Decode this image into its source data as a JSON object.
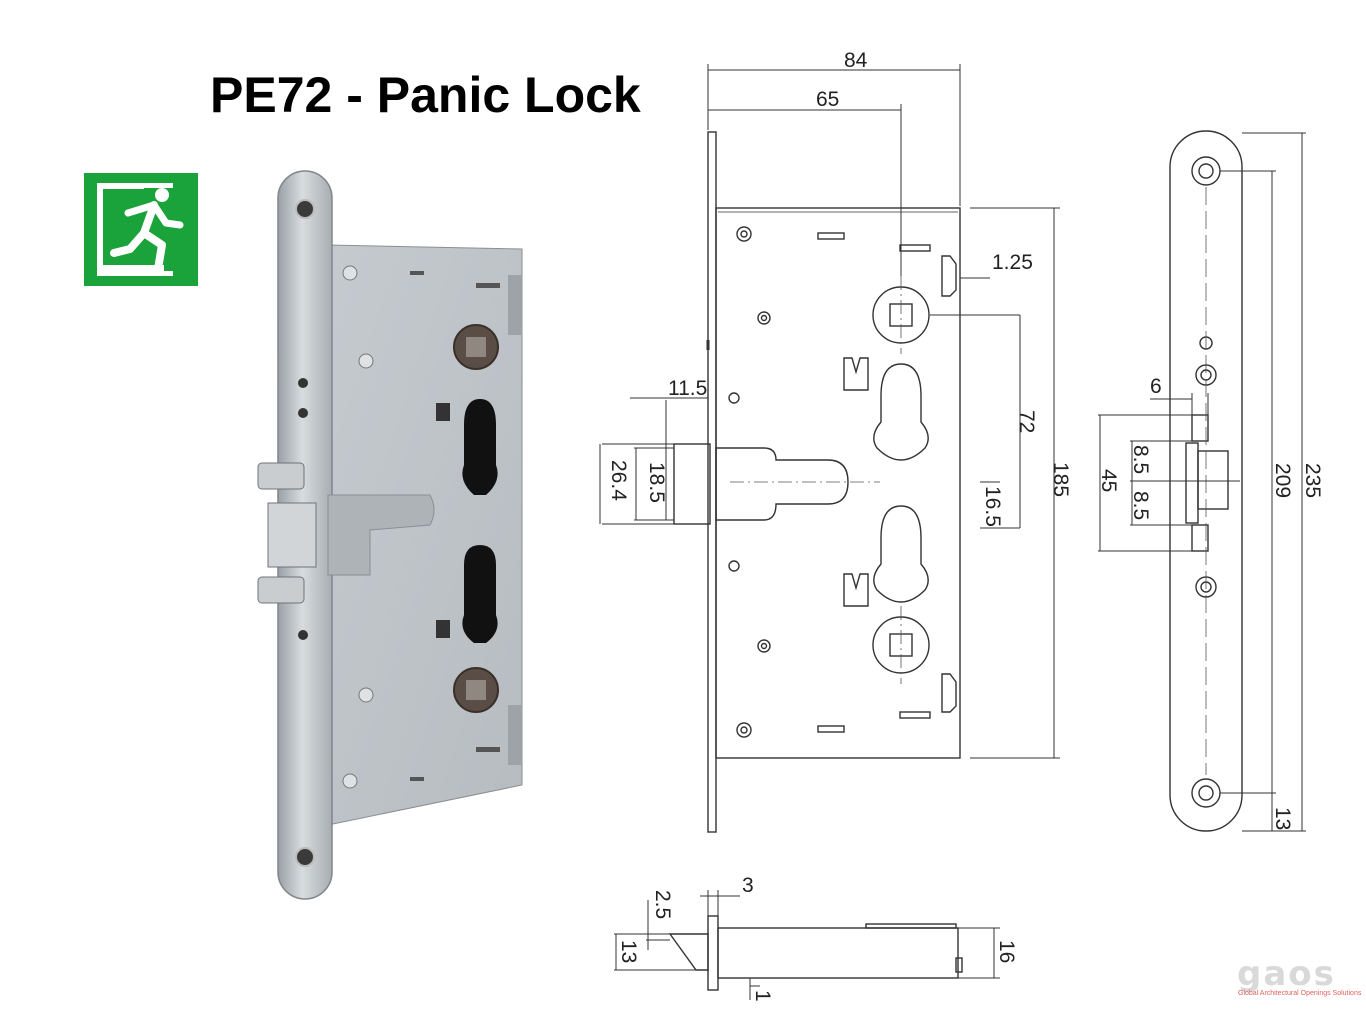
{
  "title": "PE72 - Panic Lock",
  "colors": {
    "exit_sign": "#1aa33a",
    "line": "#333333",
    "steel": "#c9ced2"
  },
  "icons": {
    "exit_sign": "running-man-exit-icon",
    "company_logo": "gaos-logo"
  },
  "logo": {
    "wordmark": "gaos",
    "tagline": "Global Architectural Openings Solutions"
  },
  "dimensions": {
    "front": {
      "overall_width": "84",
      "backset": "65",
      "deadbolt_offset": "1.25",
      "latch_projection": "11.5",
      "latch_height": "18.5",
      "latch_outer": "26.4",
      "cylinder_centers": "72",
      "cylinder_offset": "16.5",
      "case_height": "185"
    },
    "side": {
      "bolt_gap": "6",
      "latch_upper": "8.5",
      "latch_lower": "8.5",
      "latch_span": "45",
      "hole_centers": "209",
      "plate_length": "235",
      "plate_end": "13"
    },
    "bottom": {
      "plate_thickness": "3",
      "offset": "2.5",
      "latch_height": "13",
      "case_depth": "16",
      "bottom_gap": "1"
    }
  }
}
